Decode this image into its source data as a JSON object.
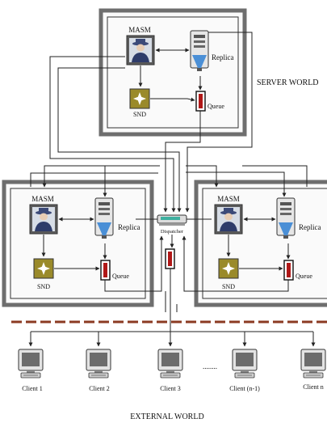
{
  "server_world": {
    "title": "SERVER WORLD",
    "masm_label": "MASM",
    "replica_label": "Replica",
    "snd_label": "SND",
    "queue_label": "Queue"
  },
  "left_node": {
    "masm_label": "MASM",
    "replica_label": "Replica",
    "snd_label": "SND",
    "queue_label": "Queue"
  },
  "right_node": {
    "masm_label": "MASM",
    "replica_label": "Replica",
    "snd_label": "SND",
    "queue_label": "Queue"
  },
  "dispatcher": {
    "label": "Dispatcher"
  },
  "external_world": {
    "title": "EXTERNAL WORLD",
    "ellipsis": "........",
    "clients": [
      "Client 1",
      "Client 2",
      "Client 3",
      "Client (n-1)",
      "Client n"
    ]
  },
  "colors": {
    "frame_border": "#6e6e6e",
    "boundary": "#8b3a22",
    "replica_blue": "#4a8fd6",
    "snd_olive": "#9a8a2a",
    "queue_red": "#b01818"
  }
}
